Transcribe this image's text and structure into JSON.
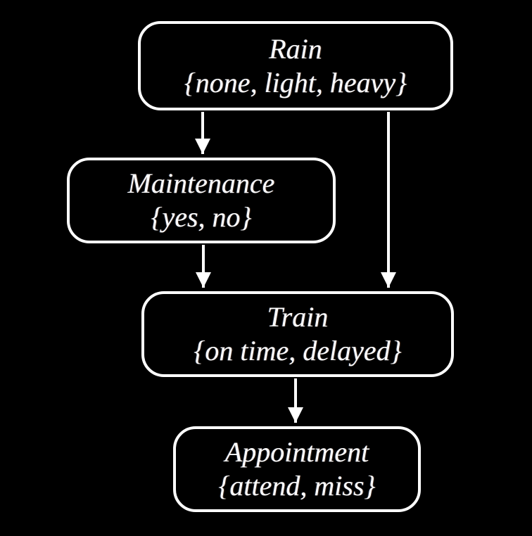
{
  "diagram": {
    "type": "bayesian-network",
    "background_color": "#000000",
    "node_border_color": "#ffffff",
    "node_fill_color": "#000000",
    "text_color": "#ffffff",
    "arrow_color": "#ffffff",
    "nodes": [
      {
        "id": "rain",
        "label": "Rain",
        "values": "{none, light, heavy}"
      },
      {
        "id": "maintenance",
        "label": "Maintenance",
        "values": "{yes, no}"
      },
      {
        "id": "train",
        "label": "Train",
        "values": "{on time, delayed}"
      },
      {
        "id": "appointment",
        "label": "Appointment",
        "values": "{attend, miss}"
      }
    ],
    "edges": [
      {
        "from": "rain",
        "to": "maintenance"
      },
      {
        "from": "rain",
        "to": "train"
      },
      {
        "from": "maintenance",
        "to": "train"
      },
      {
        "from": "train",
        "to": "appointment"
      }
    ]
  }
}
